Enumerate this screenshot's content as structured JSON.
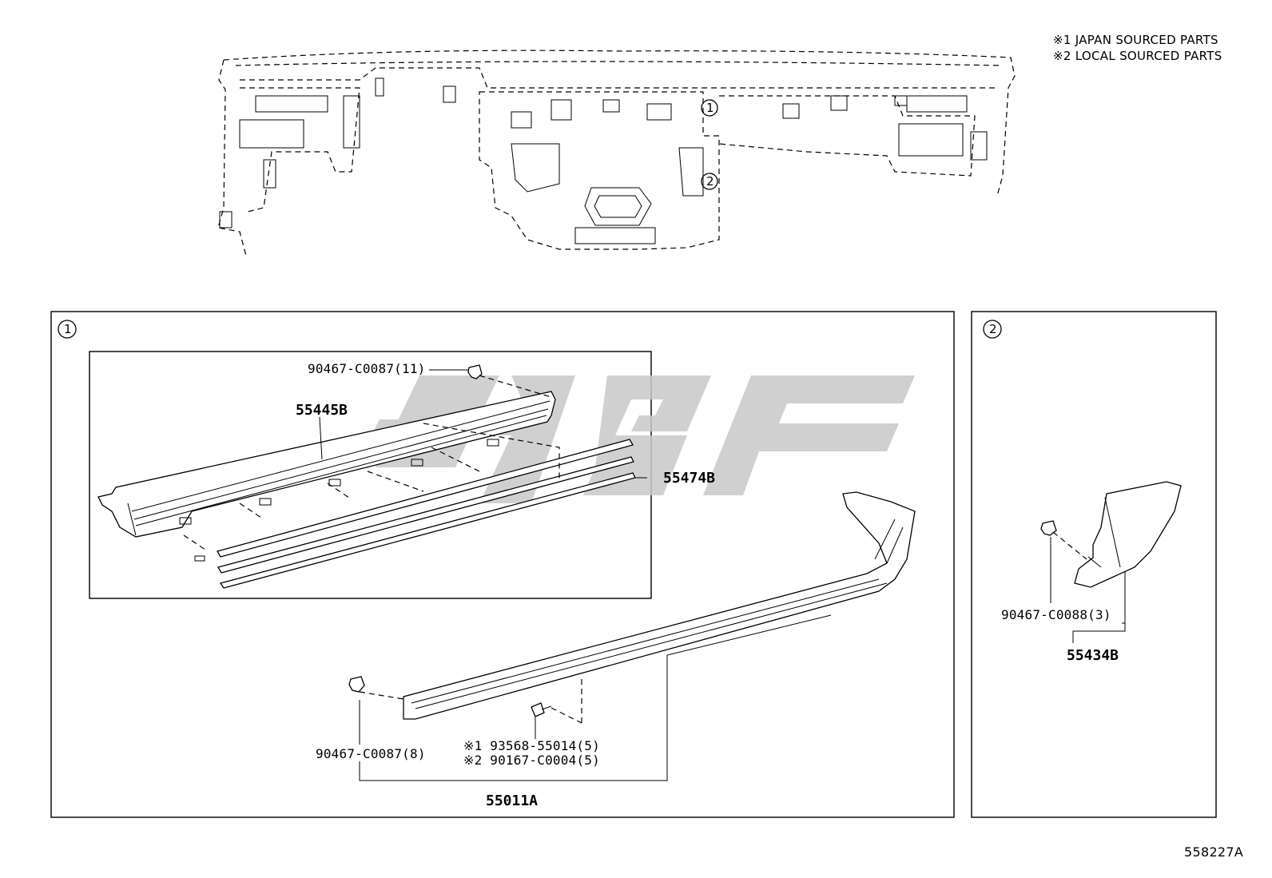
{
  "notes": [
    "※1 JAPAN SOURCED PARTS",
    "※2 LOCAL SOURCED PARTS"
  ],
  "callouts": {
    "ref1": "1",
    "ref2": "2"
  },
  "panel1": {
    "marker": "1",
    "clip_top": "90467-C0087(11)",
    "garnish_main": "55445B",
    "strip": "55474B",
    "clip_bottom": "90467-C0087(8)",
    "screw_japan": "※1 93568-55014(5)",
    "screw_local": "※2 90167-C0004(5)",
    "assembly": "55011A"
  },
  "panel2": {
    "marker": "2",
    "clip": "90467-C0088(3)",
    "panel": "55434B"
  },
  "watermark": {
    "color": "#c8c8c8"
  },
  "diagram_id": "558227A"
}
